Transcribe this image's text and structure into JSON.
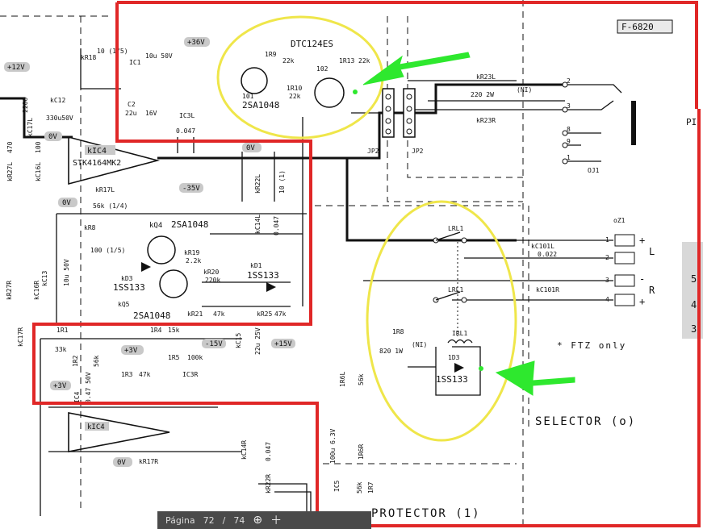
{
  "header": {
    "model_code": "F-6820",
    "edge_mark": "PI"
  },
  "blocks": {
    "selector": "SELECTOR (o)",
    "protector": "PROTECTOR (1)",
    "ftz_note": "* FTZ only"
  },
  "tags": {
    "v36": "+36V",
    "v12": "+12V",
    "v0a": "0V",
    "v0b": "0V",
    "v0c": "0V",
    "v0d": "0V",
    "m35": "-35V",
    "p3": "+3V",
    "m15": "-15V",
    "p15": "+15V",
    "p3b": "+3V"
  },
  "parts": {
    "dtc": "DTC124ES",
    "sa_top": "2SA1048",
    "q1": "101",
    "q2": "102",
    "r9": "1R9",
    "r9v": "22k",
    "r10": "1R10",
    "r10v": "22k",
    "r13": "1R13",
    "r13v": "22k",
    "r18": "kR18",
    "r18v": "10 (1/5)",
    "c1": "IC1",
    "c1v": "10u 50V",
    "c2": "C2",
    "c2v": "22u",
    "c2b": "16V",
    "c3l": "IC3L",
    "c3lv": "0.047",
    "c12": "kC12",
    "c12v": "330u50V",
    "c17l": "kC17L",
    "c17lv": "2200",
    "r27l": "kR27L",
    "r27lv": "470",
    "c16l": "kC16L",
    "c16lv": "100",
    "ic4": "kIC4",
    "stk": "STK4164MK2",
    "r17l": "kR17L",
    "r17lv": "56k (1/4)",
    "r22l": "kR22L",
    "r22lv": "10 (1)",
    "c14l": "kC14L",
    "c14lv": "0.047",
    "q4": "kQ4",
    "q4p": "2SA1048",
    "r8": "kR8",
    "r8v": "100 (1/5)",
    "r19": "kR19",
    "r19v": "2.2k",
    "r20": "kR20",
    "r20v": "220k",
    "d3": "kD3",
    "d3p": "1SS133",
    "q5": "kQ5",
    "q5p": "2SA1048",
    "r21": "kR21",
    "r21v": "47k",
    "d1": "kD1",
    "d1p": "1SS133",
    "r25": "kR25",
    "r25v": "47k",
    "r27r": "kR27R",
    "c16r": "kC16R",
    "c13": "kC13",
    "c13v": "10u 50V",
    "c17r": "kC17R",
    "r1": "1R1",
    "r1v": "33k",
    "r2": "1R2",
    "r2v": "56k",
    "r4": "1R4",
    "r4v": "15k",
    "c15": "kC15",
    "c15v": "22u 25V",
    "r5": "1R5",
    "r5v": "100k",
    "r3": "1R3",
    "r3v": "47k",
    "c3r": "IC3R",
    "c4": "IC4",
    "c4v": "0.47 50V",
    "ic4b": "kIC4",
    "r17r": "kR17R",
    "c14r": "kC14R",
    "c14rv": "0.047",
    "r22r": "kR22R",
    "jp2a": "JP2",
    "jp2b": "JP2",
    "r23l": "kR23L",
    "r23lv": "220 2W",
    "r23ni": "(NI)",
    "r23r": "kR23R",
    "oj1": "OJ1",
    "pins": [
      "2",
      "3",
      "8",
      "9",
      "1"
    ],
    "lrl1": "LRL1",
    "lrl1b": "LRL1",
    "c101l": "kC101L",
    "c101lv": "0.022",
    "c101r": "kC101R",
    "r8b": "1R8",
    "r8bv": "820 1W",
    "ni": "(NI)",
    "irl1": "IRL1",
    "d03": "1D3",
    "d03p": "1SS133",
    "r6l": "1R6L",
    "r6lv": "56k",
    "r6r": "1R6R",
    "r7": "1R7",
    "r7v": "56k",
    "c5": "IC5",
    "c5v": "100u 6.3V",
    "oz1": "oZ1",
    "out": [
      "1",
      "2",
      "3",
      "4"
    ],
    "sign": [
      "+",
      "L",
      "-",
      "R",
      "+"
    ],
    "edge_nums": [
      "5",
      "4",
      "3"
    ]
  },
  "pager": {
    "label": "Página",
    "current": "72",
    "sep": "/",
    "total": "74"
  },
  "annotations": {
    "ring_color": "#efe64a",
    "frame_color": "#e02727",
    "arrow_color": "#2ee82e"
  }
}
